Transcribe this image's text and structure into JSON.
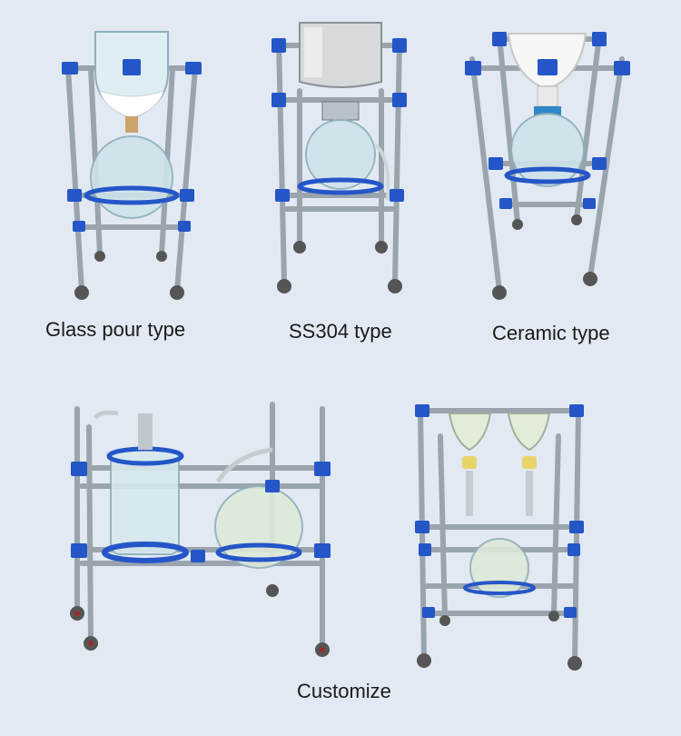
{
  "captions": {
    "glass": "Glass pour type",
    "ss304": "SS304 type",
    "ceramic": "Ceramic type",
    "custom": "Customize"
  },
  "colors": {
    "background": "#e2e9f3",
    "frame_steel": "#9aa4ad",
    "clamp_blue": "#2456c8",
    "glass": "#cfe3ea",
    "text": "#1a1a1a"
  }
}
